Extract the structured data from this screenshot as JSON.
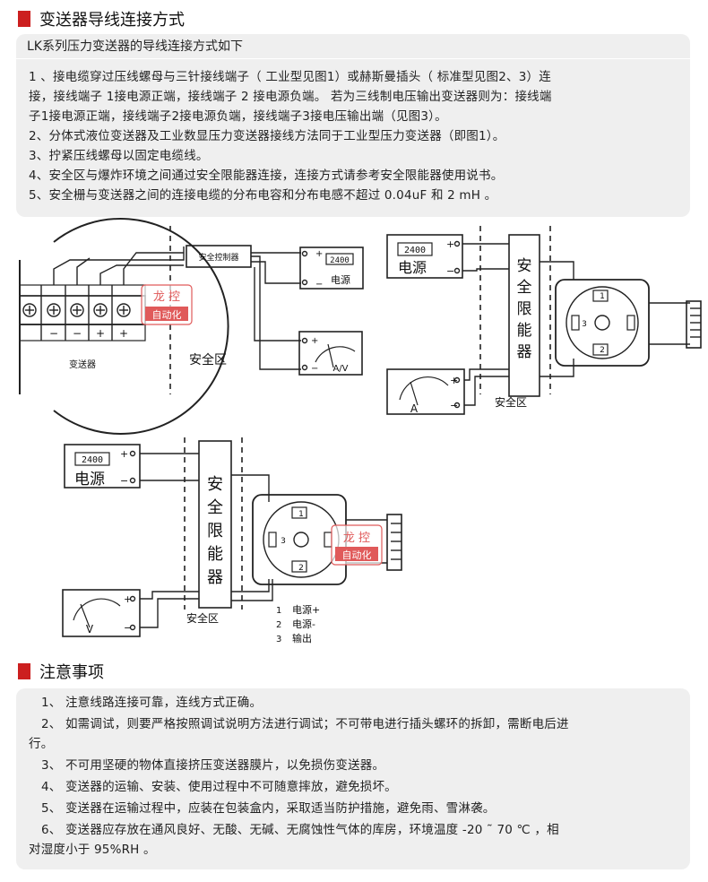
{
  "section1": {
    "title": "变送器导线连接方式",
    "heading": "LK系列压力变送器的导线连接方式如下",
    "lines": [
      "1 、接电缆穿过压线螺母与三针接线端子（ 工业型见图1）或赫斯曼插头（ 标准型见图2、3）连",
      "接，接线端子 1接电源正端，接线端子 2 接电源负端。 若为三线制电压输出变送器则为：接线端",
      "子1接电源正端，接线端子2接电源负端，接线端子3接电压输出端（见图3）。",
      "2、分体式液位变送器及工业数显压力变送器接线方法同于工业型压力变送器（即图1）。",
      "3、拧紧压线螺母以固定电缆线。",
      "4、安全区与爆炸环境之间通过安全限能器连接，连接方式请参考安全限能器使用说书。",
      "5、安全栅与变送器之间的连接电缆的分布电容和分布电感不超过 0.04uF 和 2 mH 。"
    ]
  },
  "diagram": {
    "d1_controller": "安全控制器",
    "d1_transmitter": "变送器",
    "d1_safe_zone": "安全区",
    "d1_display": "2400",
    "d1_power": "电源",
    "d1_meter": "A/V",
    "d1_signs": [
      "−",
      "−",
      "+",
      "+"
    ],
    "d2_display": "2400",
    "d2_power": "电源",
    "d2_limiter": [
      "安",
      "全",
      "限",
      "能",
      "器"
    ],
    "d2_meter": "A",
    "d2_safe_zone": "安全区",
    "d2_pins": [
      "1",
      "2",
      "3"
    ],
    "d3_display": "2400",
    "d3_power": "电源",
    "d3_limiter": [
      "安",
      "全",
      "限",
      "能",
      "器"
    ],
    "d3_meter": "V",
    "d3_safe_zone": "安全区",
    "d3_pins": [
      "1",
      "2",
      "3"
    ],
    "d3_legend": [
      {
        "num": "1",
        "label": "电源+"
      },
      {
        "num": "2",
        "label": "电源-"
      },
      {
        "num": "3",
        "label": "输出"
      }
    ],
    "plus": "+",
    "minus": "−",
    "watermark_top": "龙 控",
    "watermark_bottom": "自动化"
  },
  "section2": {
    "title": "注意事项",
    "lines": [
      "1、   注意线路连接可靠，连线方式正确。",
      "2、   如需调试，则要严格按照调试说明方法进行调试；不可带电进行插头螺环的拆卸，需断电后进",
      "行。",
      "3、   不可用坚硬的物体直接挤压变送器膜片，以免损伤变送器。",
      "4、   变送器的运输、安装、使用过程中不可随意摔放，避免损坏。",
      "5、   变送器在运输过程中，应装在包装盒内，采取适当防护措施，避免雨、雪淋袭。",
      "6、   变送器应存放在通风良好、无酸、无碱、无腐蚀性气体的库房，环境温度 -20 ˜ 70 ℃ ，相",
      "对湿度小于 95%RH 。"
    ]
  },
  "colors": {
    "accent": "#cc1f1f",
    "box_bg": "#efefef",
    "watermark": "#e05a5a"
  }
}
